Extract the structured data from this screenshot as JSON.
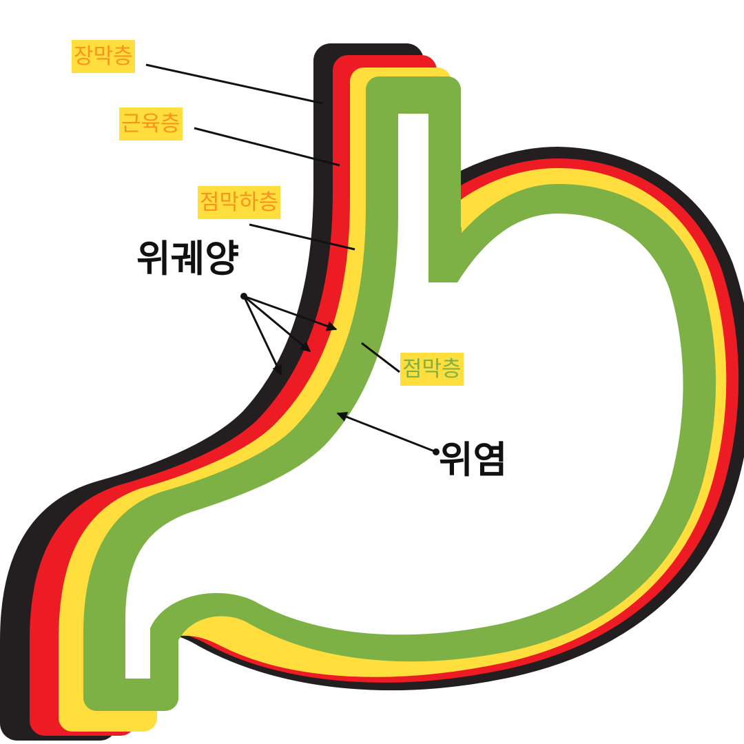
{
  "colors": {
    "serosa": "#231f20",
    "muscularis": "#ed1c24",
    "submucosa": "#ffde3d",
    "mucosa": "#7db146",
    "label_bg": "#ffde3d",
    "label_text_orange": "#f7941d",
    "label_text_green": "#7db146",
    "line": "#111111"
  },
  "labels": {
    "serosa": "장막층",
    "muscularis": "근육층",
    "submucosa": "점막하층",
    "mucosa": "점막층",
    "ulcer": "위궤양",
    "gastritis": "위염"
  }
}
